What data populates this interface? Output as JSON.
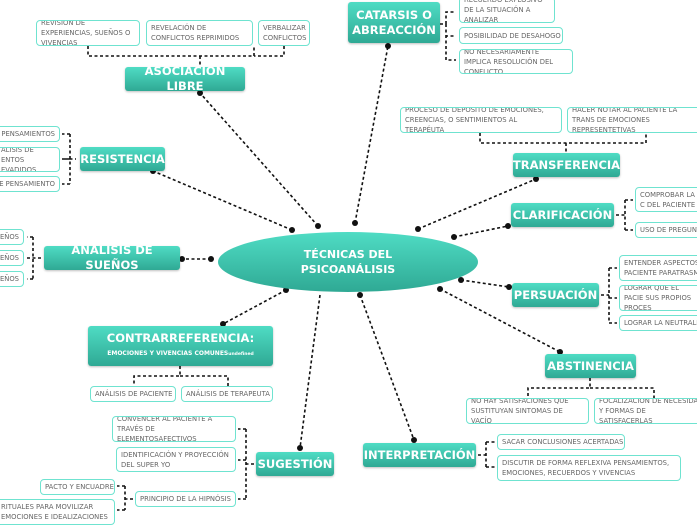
{
  "center": {
    "line1": "TÉCNICAS DEL",
    "line2": "PSICOANÁLISIS"
  },
  "asociacion": {
    "title": "ASOCIACIÓN LIBRE",
    "items": [
      "REVISIÓN DE EXPERIENCIAS, SUEÑOS O VIVENCIAS",
      "REVELACIÓN DE CONFLICTOS REPRIMIDOS",
      "VERBALIZAR CONFLICTOS"
    ]
  },
  "catarsis": {
    "title": "CATARSIS O ABREACCIÓN",
    "items": [
      "RECUERDO EXPLOSIVO DE LA SITUACIÓN A ANALIZAR",
      "POSIBILIDAD DE DESAHOGO",
      "NO NECESARIAMENTE IMPLICA RESOLUCIÓN DEL CONFLICTO"
    ]
  },
  "resistencia": {
    "title": "RESISTENCIA",
    "items": [
      "PENSAMIENTOS",
      "ÁLISIS DE ENTOS EVADIDOS",
      "E PENSAMIENTO"
    ]
  },
  "transferencia": {
    "title": "TRANSFERENCIA",
    "items": [
      "PROCESO DE DEPOSITO DE EMOCIONES, CREENCIAS, O SENTIMIENTOS AL TERAPÉUTA",
      "HACER NOTAR AL PACIENTE LA TRANS DE EMOCIONES REPRESENTETIVAS"
    ]
  },
  "clarificacion": {
    "title": "CLARIFICACIÓN",
    "items": [
      "COMPROBAR LA C DEL PACIENTE",
      "USO DE PREGUNT"
    ]
  },
  "suenos": {
    "title": "ANÁLISIS DE SUEÑOS",
    "items": [
      "EÑOS",
      "EÑOS",
      "EÑOS"
    ]
  },
  "persuacion": {
    "title": "PERSUACIÓN",
    "items": [
      "ENTENDER ASPECTOS PACIENTE PARATRASM",
      "LOGRAR QUE EL PACIE SUS PROPIOS PROCES",
      "LOGRAR LA NEUTRALI"
    ]
  },
  "abstinencia": {
    "title": "ABSTINENCIA",
    "items": [
      "NO HAY SATISFACIONES QUE SUSTITUYAN SINTOMAS DE VACÍO",
      "FOCALIZACIÓN DE NECESIDA Y FORMAS DE SATISFACERLAS"
    ]
  },
  "contrarreferencia": {
    "title": "CONTRARREFERENCIA:",
    "subtitle": "EMOCIONES Y VIVENCIAS COMUNES",
    "suffix": "undefined",
    "items": [
      "ANÁLISIS DE PACIENTE",
      "ANÁLISIS DE TERAPEUTA"
    ]
  },
  "sugestion": {
    "title": "SUGESTIÓN",
    "items": [
      "CONVENCER AL PACIENTE A TRAVÉS DE ELEMENTOSAFECTIVOS",
      "IDENTIFICACIÓN Y PROYECCIÓN DEL SUPER YO",
      "PRINCIPIO DE LA HIPNÓSIS",
      "PACTO Y ENCUADRE",
      "RITUALES PARA MOVILIZAR EMOCIONES E IDEALIZACIONES"
    ]
  },
  "interpretacion": {
    "title": "INTERPRETACIÓN",
    "items": [
      "SACAR CONCLUSIONES ACERTADAS",
      "DISCUTIR DE FORMA REFLEXIVA PENSAMIENTOS, EMOCIONES, RECUERDOS Y VIVENCIAS"
    ]
  },
  "colors": {
    "node": "#3cc4ad",
    "border": "#6fe3d0",
    "text": "#666666"
  }
}
